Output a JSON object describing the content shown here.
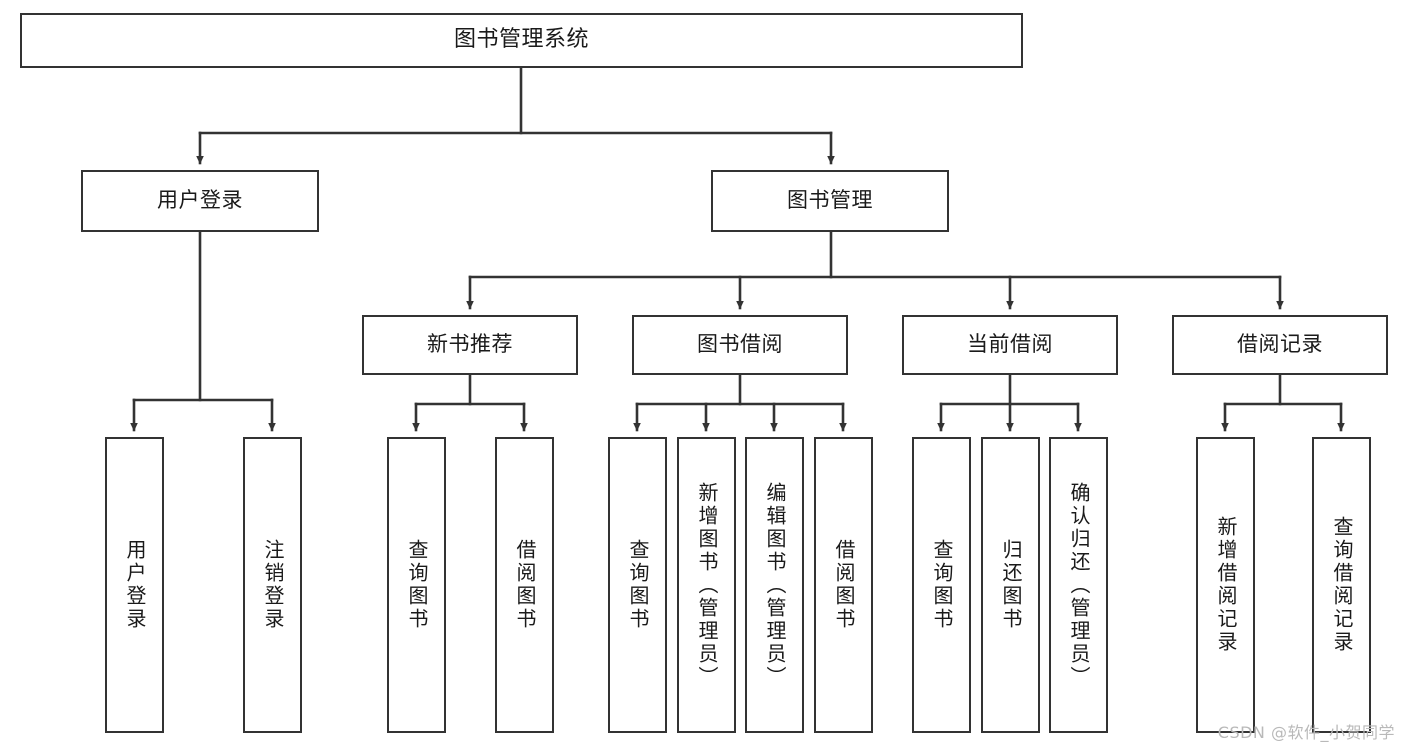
{
  "diagram": {
    "type": "tree",
    "title": "图书管理系统",
    "orientation": "top-down",
    "colors": {
      "box_border": "#333333",
      "box_fill": "#ffffff",
      "edge": "#333333",
      "text": "#1a1a1a",
      "watermark": "#b9b9b9",
      "background": "#ffffff"
    },
    "watermark": "CSDN @软件_小贺同学",
    "nodes": {
      "root": {
        "label": "图书管理系统",
        "level": 1
      },
      "level2": [
        {
          "id": "user-login",
          "label": "用户登录"
        },
        {
          "id": "book-management",
          "label": "图书管理"
        }
      ],
      "level3": [
        {
          "id": "new-book-recommend",
          "label": "新书推荐",
          "parent": "book-management"
        },
        {
          "id": "book-borrow",
          "label": "图书借阅",
          "parent": "book-management"
        },
        {
          "id": "current-borrow",
          "label": "当前借阅",
          "parent": "book-management"
        },
        {
          "id": "borrow-record",
          "label": "借阅记录",
          "parent": "book-management"
        }
      ],
      "leaves": {
        "user-login": [
          {
            "id": "leaf-user-login",
            "label": "用户登录"
          },
          {
            "id": "leaf-user-logout",
            "label": "注销登录"
          }
        ],
        "new-book-recommend": [
          {
            "id": "leaf-query-book-1",
            "label": "查询图书"
          },
          {
            "id": "leaf-borrow-book-1",
            "label": "借阅图书"
          }
        ],
        "book-borrow": [
          {
            "id": "leaf-query-book-2",
            "label": "查询图书"
          },
          {
            "id": "leaf-add-book",
            "label": "新增图书（管理员）"
          },
          {
            "id": "leaf-edit-book",
            "label": "编辑图书（管理员）"
          },
          {
            "id": "leaf-borrow-book-2",
            "label": "借阅图书"
          }
        ],
        "current-borrow": [
          {
            "id": "leaf-query-book-3",
            "label": "查询图书"
          },
          {
            "id": "leaf-return-book",
            "label": "归还图书"
          },
          {
            "id": "leaf-confirm-return",
            "label": "确认归还（管理员）"
          }
        ],
        "borrow-record": [
          {
            "id": "leaf-add-record",
            "label": "新增借阅记录"
          },
          {
            "id": "leaf-query-record",
            "label": "查询借阅记录"
          }
        ]
      }
    }
  }
}
